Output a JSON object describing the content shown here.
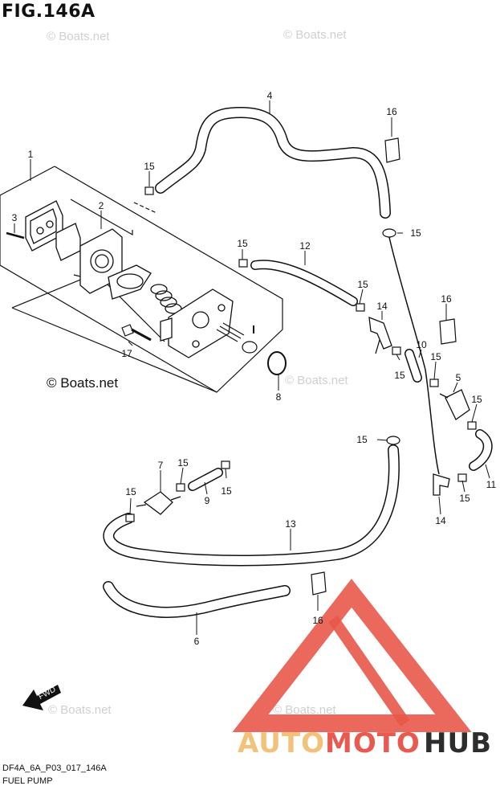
{
  "title": "FIG.146A",
  "footer": {
    "code": "DF4A_6A_P03_017_146A",
    "name": "FUEL PUMP"
  },
  "watermark": "© Boats.net",
  "watermark_main": "© Boats.net",
  "brand": {
    "part1": "AUTO",
    "part2": "MOTO",
    "part3": "HUB",
    "colors": {
      "auto": "#f2c27a",
      "moto": "#e85a4f",
      "hub": "#2d2d2d",
      "triangle": "#e8584a"
    }
  },
  "fwd_label": "FWD",
  "callouts": [
    {
      "id": "c1",
      "label": "1"
    },
    {
      "id": "c2",
      "label": "2"
    },
    {
      "id": "c3",
      "label": "3"
    },
    {
      "id": "c4",
      "label": "4"
    },
    {
      "id": "c5",
      "label": "5"
    },
    {
      "id": "c6",
      "label": "6"
    },
    {
      "id": "c7",
      "label": "7"
    },
    {
      "id": "c8",
      "label": "8"
    },
    {
      "id": "c9",
      "label": "9"
    },
    {
      "id": "c10",
      "label": "10"
    },
    {
      "id": "c11",
      "label": "11"
    },
    {
      "id": "c12",
      "label": "12"
    },
    {
      "id": "c13",
      "label": "13"
    },
    {
      "id": "c14a",
      "label": "14"
    },
    {
      "id": "c14b",
      "label": "14"
    },
    {
      "id": "c15a",
      "label": "15"
    },
    {
      "id": "c15b",
      "label": "15"
    },
    {
      "id": "c15c",
      "label": "15"
    },
    {
      "id": "c15d",
      "label": "15"
    },
    {
      "id": "c15e",
      "label": "15"
    },
    {
      "id": "c15f",
      "label": "15"
    },
    {
      "id": "c15g",
      "label": "15"
    },
    {
      "id": "c15h",
      "label": "15"
    },
    {
      "id": "c15i",
      "label": "15"
    },
    {
      "id": "c15j",
      "label": "15"
    },
    {
      "id": "c15k",
      "label": "15"
    },
    {
      "id": "c15l",
      "label": "15"
    },
    {
      "id": "c16a",
      "label": "16"
    },
    {
      "id": "c16b",
      "label": "16"
    },
    {
      "id": "c16c",
      "label": "16"
    },
    {
      "id": "c17",
      "label": "17"
    }
  ]
}
